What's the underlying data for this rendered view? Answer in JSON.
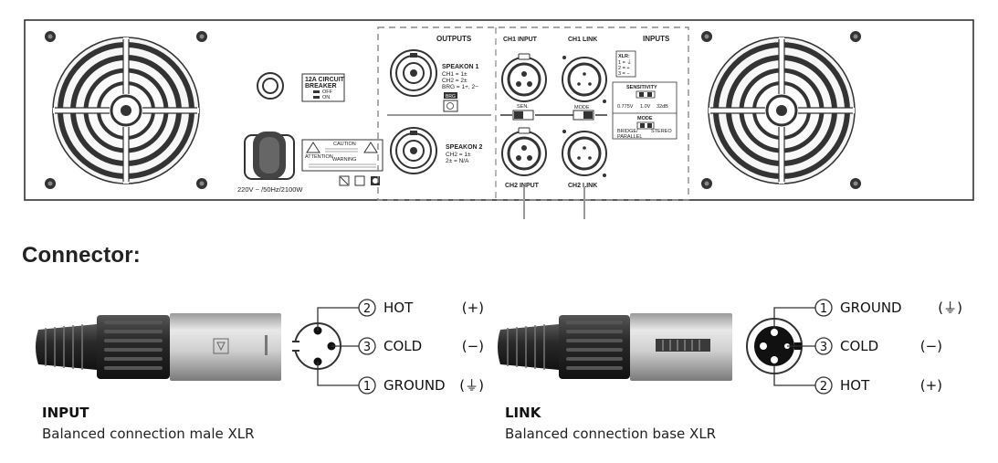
{
  "panel": {
    "breaker_line1": "12A CIRCUIT",
    "breaker_line2": "BREAKER",
    "breaker_off": "OFF",
    "breaker_on": "ON",
    "power_rating": "220V ~ /50Hz/2100W",
    "caution": "CAUTION",
    "warning": "WARNING",
    "attention": "ATTENTION",
    "outputs_title": "OUTPUTS",
    "speakon1_title": "SPEAKON 1",
    "speakon1_ch1": "CH1 = 1±",
    "speakon1_ch2": "CH2 = 2±",
    "speakon1_brg": "BRG = 1+, 2−",
    "brg_badge": "BRG",
    "speakon2_title": "SPEAKON 2",
    "speakon2_ch2": "CH2 = 1±",
    "speakon2_na": "2± = N/A",
    "ch1_input": "CH1 INPUT",
    "ch1_link": "CH1 LINK",
    "inputs_title": "INPUTS",
    "ch2_input": "CH2 INPUT",
    "ch2_link": "CH2 LINK",
    "sen_label": "SEN.",
    "mode_switch_label": "MODE",
    "xlr_title": "XLR:",
    "xlr_1": "1 = ⏚",
    "xlr_2": "2 = +",
    "xlr_3": "3 = −",
    "sensitivity_title": "SENSITIVITY",
    "sens_1": "0.775V",
    "sens_2": "1.0V",
    "sens_3": "32dB",
    "mode_title": "MODE",
    "mode_bridge": "BRIDGE/",
    "mode_parallel": "PARALLEL",
    "mode_stereo": "STEREO"
  },
  "connector_heading": "Connector:",
  "input": {
    "title": "INPUT",
    "subtitle": "Balanced connection male XLR",
    "pins": [
      {
        "num": "2",
        "name": "HOT",
        "sign": "(+)"
      },
      {
        "num": "3",
        "name": "COLD",
        "sign": "(−)"
      },
      {
        "num": "1",
        "name": "GROUND",
        "sign": "(⏚)"
      }
    ]
  },
  "link": {
    "title": "LINK",
    "subtitle": "Balanced connection base XLR",
    "pins": [
      {
        "num": "1",
        "name": "GROUND",
        "sign": "(⏚)"
      },
      {
        "num": "3",
        "name": "COLD",
        "sign": "(−)"
      },
      {
        "num": "2",
        "name": "HOT",
        "sign": "(+)"
      }
    ]
  },
  "colors": {
    "panel_line": "#333333",
    "leader_line": "#9a9a9a",
    "dash": "#8a8a8a",
    "metal_light": "#e4e4e4",
    "metal_dark": "#8c8c8c",
    "rubber": "#3a3a3a"
  }
}
